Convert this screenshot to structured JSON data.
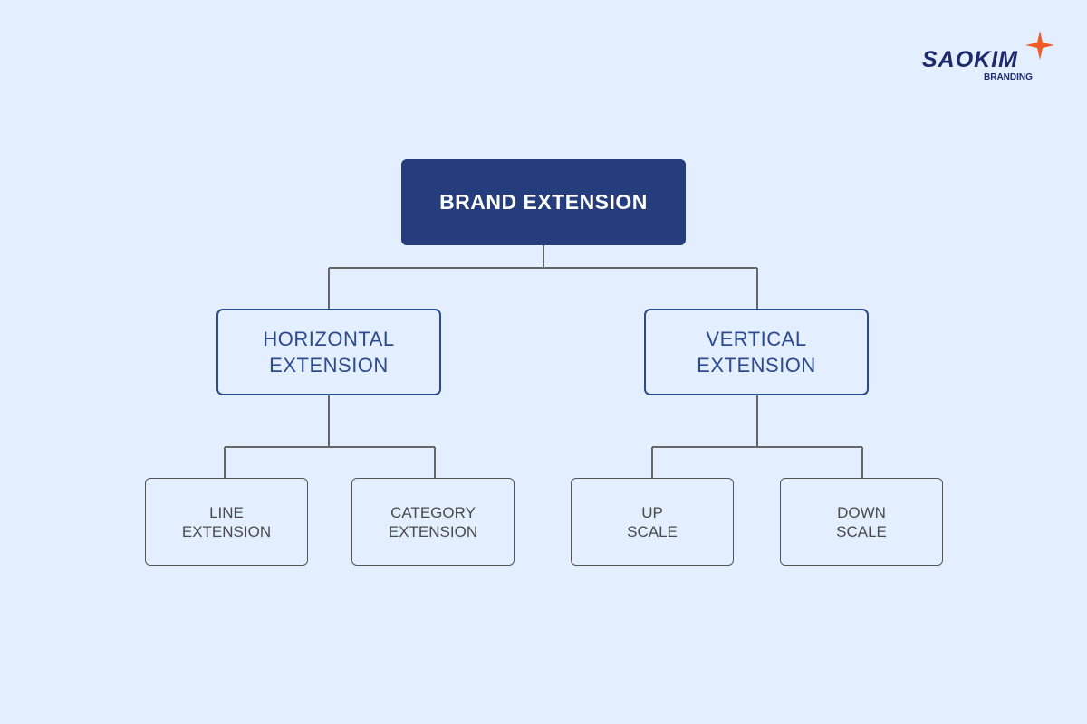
{
  "logo": {
    "name": "SAOKIM",
    "tagline": "BRANDING"
  },
  "diagram": {
    "root": "BRAND EXTENSION",
    "branches": [
      {
        "label": "HORIZONTAL\nEXTENSION",
        "children": [
          "LINE\nEXTENSION",
          "CATEGORY\nEXTENSION"
        ]
      },
      {
        "label": "VERTICAL\nEXTENSION",
        "children": [
          "UP\nSCALE",
          "DOWN\nSCALE"
        ]
      }
    ]
  },
  "colors": {
    "background": "#e3eefe",
    "root_fill": "#253d7d",
    "branch_border": "#2c4a8f",
    "leaf_border": "#555555",
    "accent": "#f15a24"
  }
}
